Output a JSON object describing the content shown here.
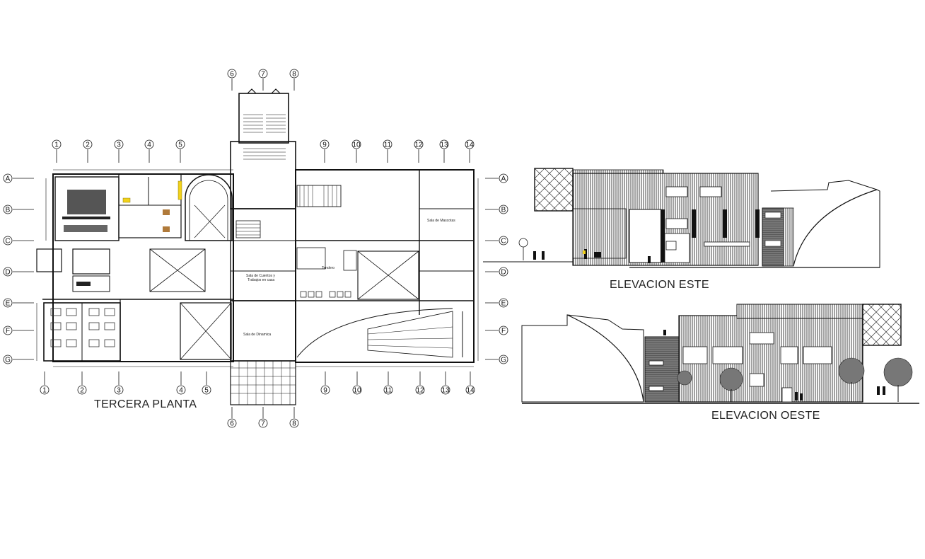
{
  "titles": {
    "plan": "TERCERA PLANTA",
    "east": "ELEVACION ESTE",
    "west": "ELEVACION OESTE"
  },
  "grid": {
    "top_cols_left": [
      "1",
      "2",
      "3",
      "4",
      "5"
    ],
    "top_cols_mid": [
      "6",
      "7",
      "8"
    ],
    "top_cols_right": [
      "9",
      "10",
      "11",
      "12",
      "13",
      "14"
    ],
    "bottom_cols_left": [
      "1",
      "2",
      "3",
      "4",
      "5"
    ],
    "bottom_cols_mid": [
      "6",
      "7",
      "8"
    ],
    "bottom_cols_right": [
      "9",
      "10",
      "11",
      "12",
      "13",
      "14"
    ],
    "rows": [
      "A",
      "B",
      "C",
      "D",
      "E",
      "F",
      "G"
    ]
  },
  "rooms": {
    "r1": "Sala de Cuentos y",
    "r1b": "Trabajos en casa",
    "r2": "Sala de Dinamica",
    "r3": "Sala de Mascotas",
    "r4": "Tendero"
  },
  "colors": {
    "line": "#111111",
    "hatch": "#555555",
    "accent": "#f2d21b"
  }
}
